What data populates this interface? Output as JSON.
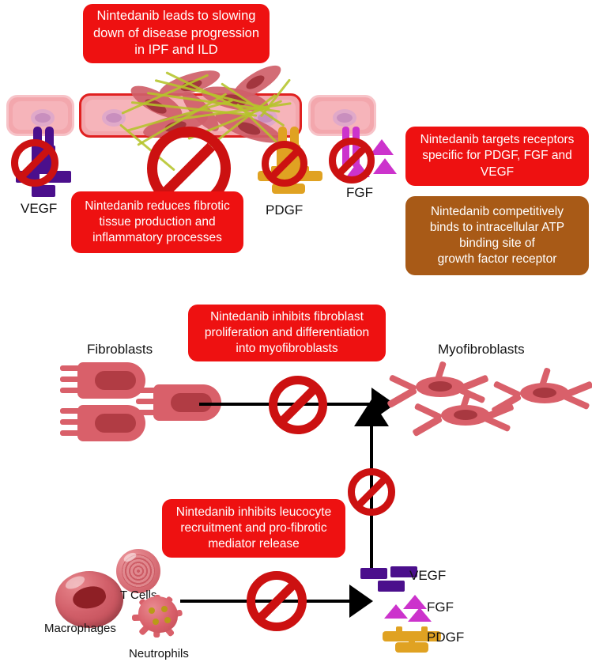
{
  "figure": {
    "title": "Nintedanib mechanism of action in pulmonary fibrosis",
    "colors": {
      "red_callout": "#ee1111",
      "brown_callout": "#a85a17",
      "prohibition_red": "#cc1111",
      "vegf_purple": "#4b0f8c",
      "fgf_magenta": "#cc33cc",
      "pdgf_gold": "#e0a222",
      "cell_red": "#d9606a",
      "epithelium_pink": "#f3a7ad",
      "collagen_green": "#b5c42a",
      "arrow_black": "#000000"
    }
  },
  "callouts": {
    "slowing_progression": "Nintedanib  leads to slowing\ndown of disease progression\nin IPF and ILD",
    "reduces_fibrotic": "Nintedanib reduces fibrotic\ntissue production and\ninflammatory processes",
    "targets_receptors": "Nintedanib targets receptors\nspecific for PDGF, FGF and\nVEGF",
    "competitive_atp": "Nintedanib competitively\nbinds to intracellular ATP\nbinding site of\ngrowth factor receptor",
    "inhibits_fibroblast": "Nintedanib inhibits fibroblast\nproliferation and differentiation\ninto myofibroblasts",
    "inhibits_leucocyte": "Nintedanib inhibits leucocyte\nrecruitment and pro-fibrotic\nmediator release"
  },
  "receptor_labels": {
    "vegf": "VEGF",
    "pdgf": "PDGF",
    "fgf": "FGF"
  },
  "cell_labels": {
    "fibroblasts": "Fibroblasts",
    "myofibroblasts": "Myofibroblasts",
    "macrophages": "Macrophages",
    "t_cells": "T Cells",
    "neutrophils": "Neutrophils"
  },
  "legend": {
    "items": [
      {
        "label": "VEGF",
        "shape": "rectangles",
        "color": "#4b0f8c"
      },
      {
        "label": "FGF",
        "shape": "triangles",
        "color": "#cc33cc"
      },
      {
        "label": "PDGF",
        "shape": "mushrooms",
        "color": "#e0a222"
      }
    ]
  }
}
